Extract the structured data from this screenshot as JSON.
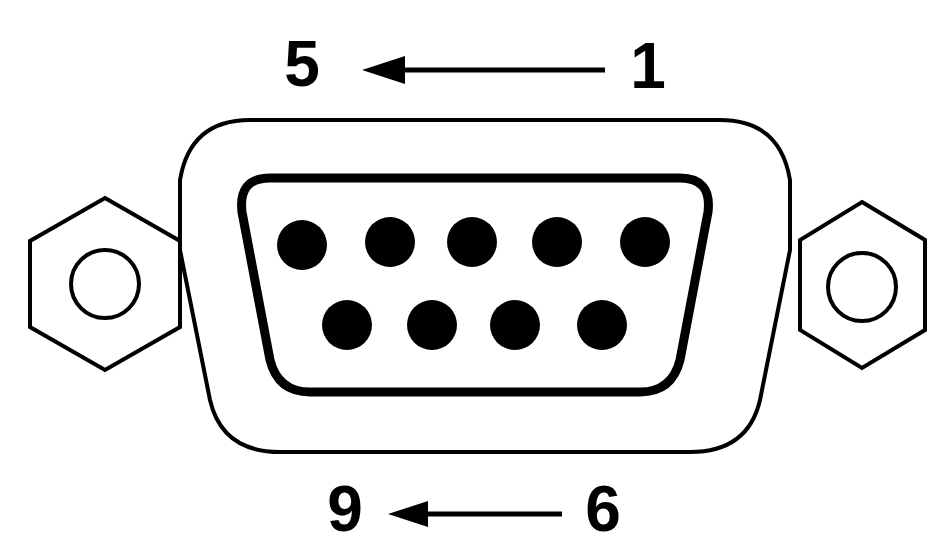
{
  "diagram": {
    "labels": [
      "5",
      "1",
      "9",
      "6"
    ]
  }
}
